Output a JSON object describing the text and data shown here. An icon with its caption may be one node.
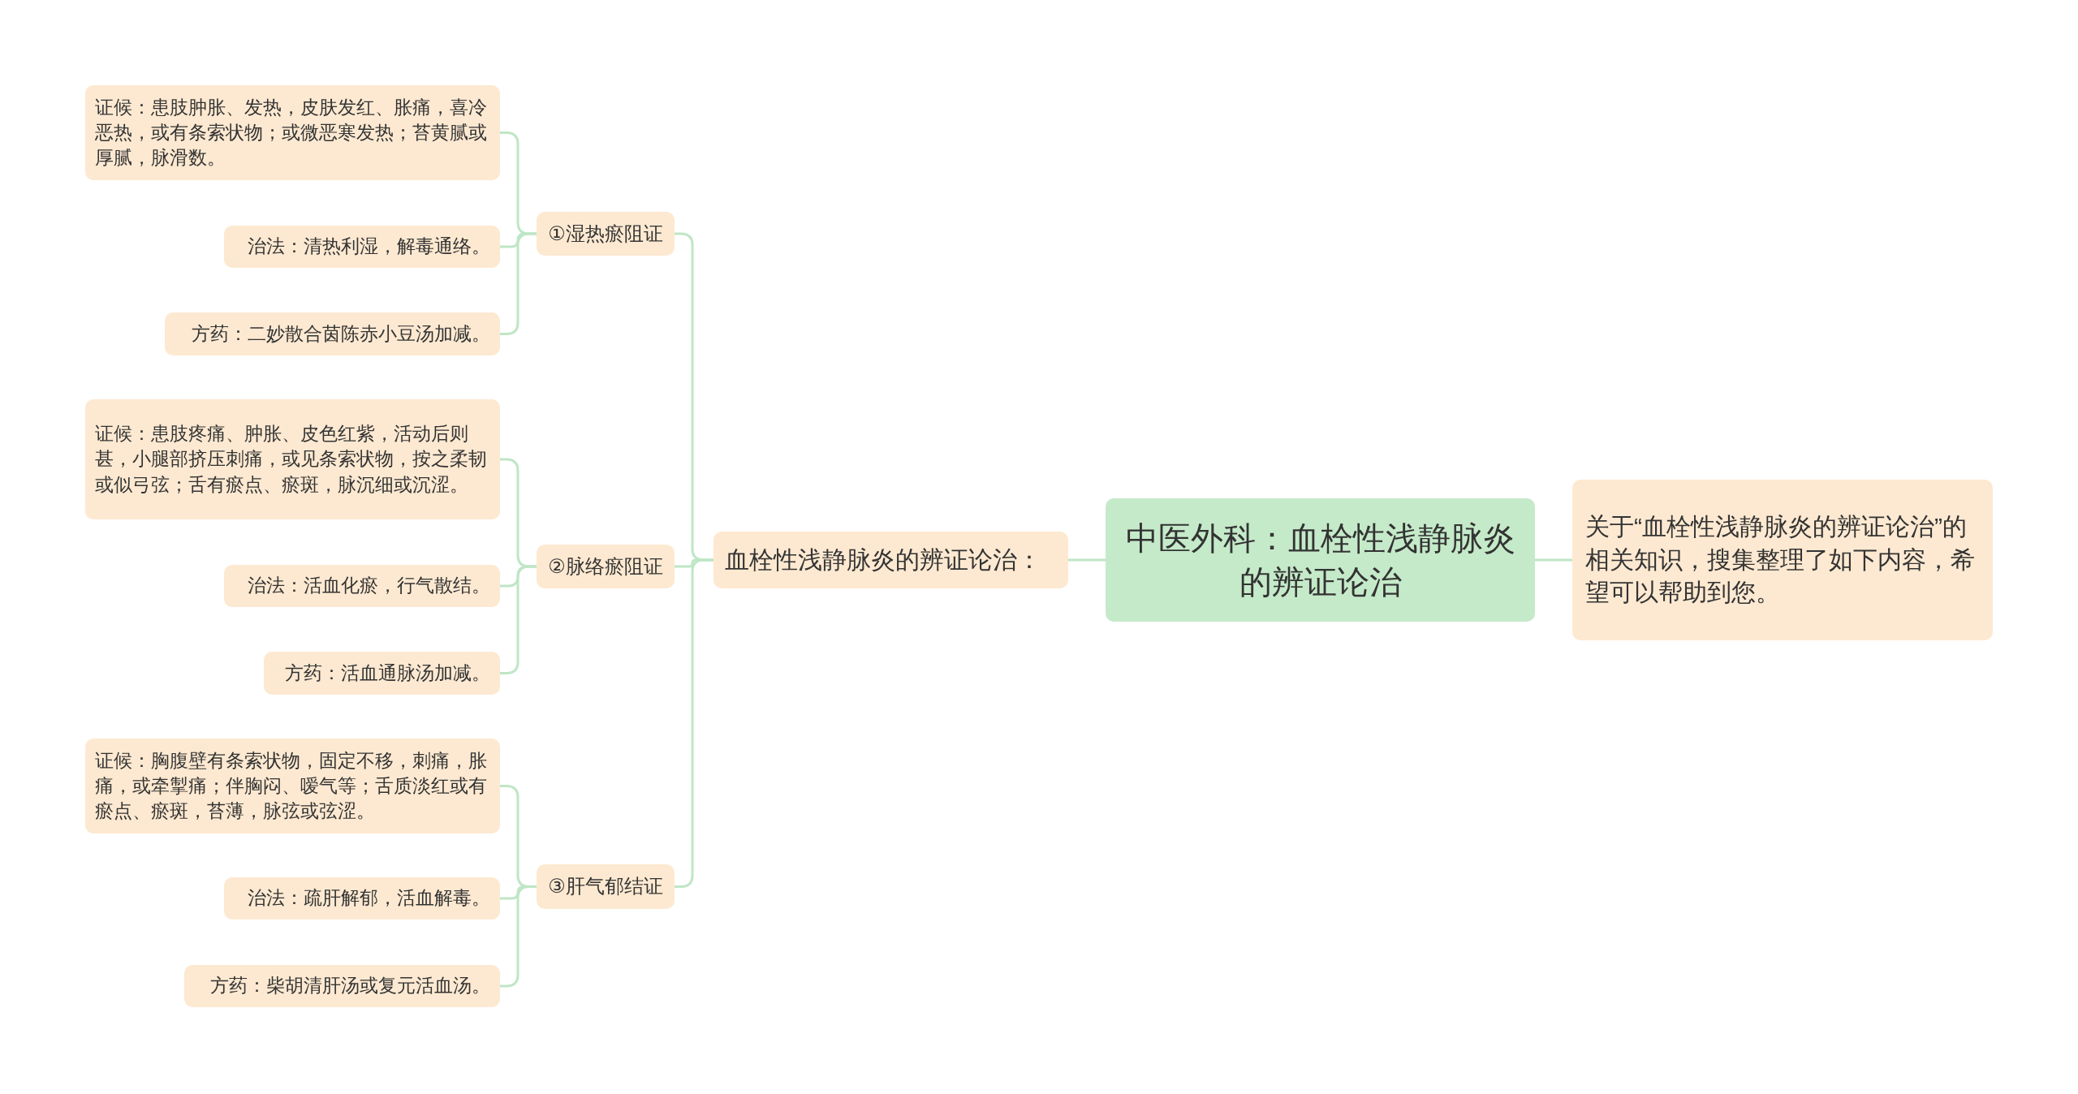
{
  "diagram": {
    "nodes": [
      {
        "text": [
          "中医外科：血栓性浅静脉炎的辨证论治"
        ]
      },
      {
        "text": [
          "关于“血栓性浅静脉炎的辨证论治”的相关知识，搜集整理了如下内容，希望可以帮助到您。"
        ]
      },
      {
        "text": [
          "血栓性浅静脉炎的辨证论治："
        ]
      },
      {
        "text": [
          "①湿热瘀阻证"
        ]
      },
      {
        "text": [
          "证候：患肢肿胀、发热，皮肤发红、胀痛，喜冷恶热，或有条索状物；或微恶寒发热；苔黄腻或厚腻，脉滑数。"
        ]
      },
      {
        "text": [
          "治法：清热利湿，解毒通络。"
        ]
      },
      {
        "text": [
          "方药：二妙散合茵陈赤小豆汤加减。"
        ]
      },
      {
        "text": [
          "②脉络瘀阻证"
        ]
      },
      {
        "text": [
          "证候：患肢疼痛、肿胀、皮色红紫，活动后则甚，小腿部挤压刺痛，或见条索状物，按之柔韧或似弓弦；舌有瘀点、瘀斑，脉沉细或沉涩。"
        ]
      },
      {
        "text": [
          "治法：活血化瘀，行气散结。"
        ]
      },
      {
        "text": [
          "方药：活血通脉汤加减。"
        ]
      },
      {
        "text": [
          "③肝气郁结证"
        ]
      },
      {
        "text": [
          "证候：胸腹壁有条索状物，固定不移，刺痛，胀痛，或牵掣痛；伴胸闷、嗳气等；舌质淡红或有瘀点、瘀斑，苔薄，脉弦或弦涩。"
        ]
      },
      {
        "text": [
          "治法：疏肝解郁，活血解毒。"
        ]
      },
      {
        "text": [
          "方药：柴胡清肝汤或复元活血汤。"
        ]
      }
    ],
    "edges": [
      {
        "from": 0,
        "to": 1,
        "arrow": "none"
      },
      {
        "from": 0,
        "to": 2,
        "arrow": "none"
      },
      {
        "from": 2,
        "to": 3,
        "arrow": "none"
      },
      {
        "from": 2,
        "to": 7,
        "arrow": "none"
      },
      {
        "from": 2,
        "to": 11,
        "arrow": "none"
      },
      {
        "from": 3,
        "to": 4,
        "arrow": "none"
      },
      {
        "from": 3,
        "to": 5,
        "arrow": "none"
      },
      {
        "from": 3,
        "to": 6,
        "arrow": "none"
      },
      {
        "from": 7,
        "to": 8,
        "arrow": "none"
      },
      {
        "from": 7,
        "to": 9,
        "arrow": "none"
      },
      {
        "from": 7,
        "to": 10,
        "arrow": "none"
      },
      {
        "from": 11,
        "to": 12,
        "arrow": "none"
      },
      {
        "from": 11,
        "to": 13,
        "arrow": "none"
      },
      {
        "from": 11,
        "to": 14,
        "arrow": "none"
      }
    ]
  }
}
